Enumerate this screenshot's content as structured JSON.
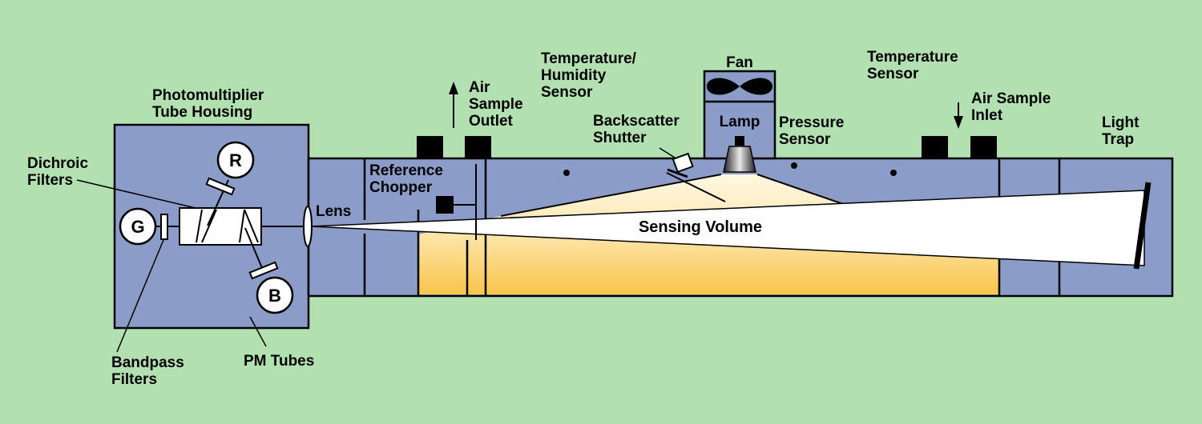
{
  "colors": {
    "background": "#b3e0b0",
    "housing": "#8c9cc8",
    "beam": "#ffffff",
    "scatter_light": "#fff5dc",
    "scatter_warm": "#fac850",
    "outline": "#000000"
  },
  "labels": {
    "pmt_housing": [
      "Photomultiplier",
      "Tube Housing"
    ],
    "dichroic": [
      "Dichroic",
      "Filters"
    ],
    "bandpass": [
      "Bandpass",
      "Filters"
    ],
    "pm_tubes": "PM Tubes",
    "tube_r": "R",
    "tube_g": "G",
    "tube_b": "B",
    "lens": "Lens",
    "ref_chopper": [
      "Reference",
      "Chopper"
    ],
    "air_outlet": [
      "Air",
      "Sample",
      "Outlet"
    ],
    "temp_humidity": [
      "Temperature/",
      "Humidity",
      "Sensor"
    ],
    "backscatter": [
      "Backscatter",
      "Shutter"
    ],
    "fan": "Fan",
    "lamp": "Lamp",
    "pressure": [
      "Pressure",
      "Sensor"
    ],
    "temp_sensor": [
      "Temperature",
      "Sensor"
    ],
    "air_inlet": [
      "Air Sample",
      "Inlet"
    ],
    "light_trap": [
      "Light",
      "Trap"
    ],
    "sensing_volume": "Sensing Volume"
  },
  "icons": {
    "fan": "fan-blade-icon",
    "outlet_arrow": "arrow-up-icon",
    "inlet_arrow": "arrow-down-icon"
  }
}
